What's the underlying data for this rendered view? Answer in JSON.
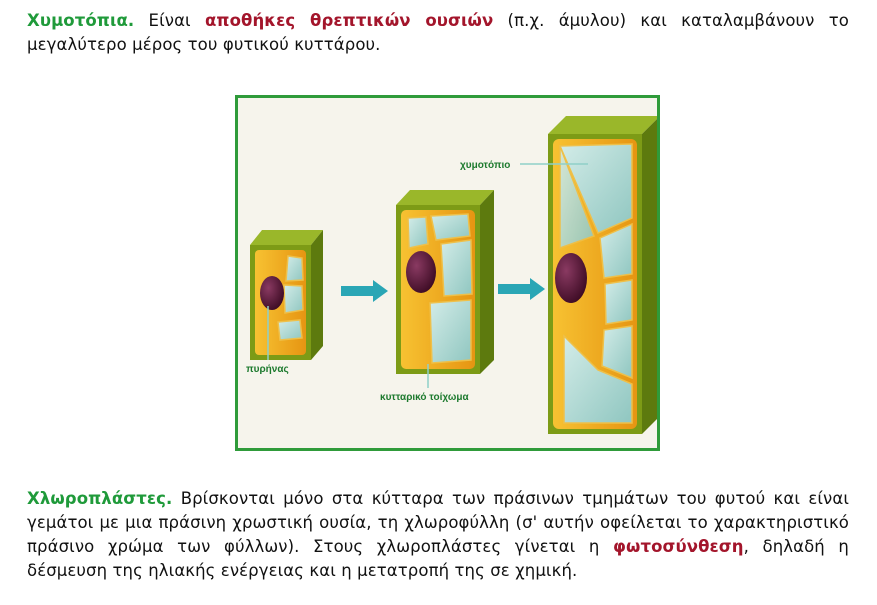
{
  "paragraph1": {
    "term": "Χυμοτόπια.",
    "text_a": " Είναι ",
    "highlight": "αποθήκες θρεπτικών ουσιών",
    "text_b": " (π.χ. άμυλου) και καταλαμβάνουν το μεγαλύτερο μέρος του φυτικού κυττάρου."
  },
  "figure": {
    "labels": {
      "vacuole": "χυμοτόπιο",
      "nucleus": "πυρήνας",
      "cell_wall": "κυτταρικό τοίχωμα"
    },
    "colors": {
      "frame": "#2f9b3a",
      "cell_wall": "#6f8f12",
      "cytoplasm": "#f2a81c",
      "vacuole": "#b7ddd6",
      "nucleus": "#5a1838",
      "arrow": "#2aa6b5"
    }
  },
  "paragraph2": {
    "term": "Χλωροπλάστες.",
    "text_a": " Βρίσκονται μόνο στα κύτταρα των πράσινων τμημάτων του φυτού και είναι γεμάτοι με μια πράσινη χρωστική ουσία, τη χλωροφύλλη (σ' αυτήν οφείλεται το χαρακτηριστικό πράσινο χρώμα των φύλλων). Στους χλωροπλάστες γίνεται η ",
    "highlight": "φωτοσύνθεση",
    "text_b": ", δηλαδή η δέσμευση της ηλιακής ενέργειας και η μετατροπή της σε χημική."
  }
}
